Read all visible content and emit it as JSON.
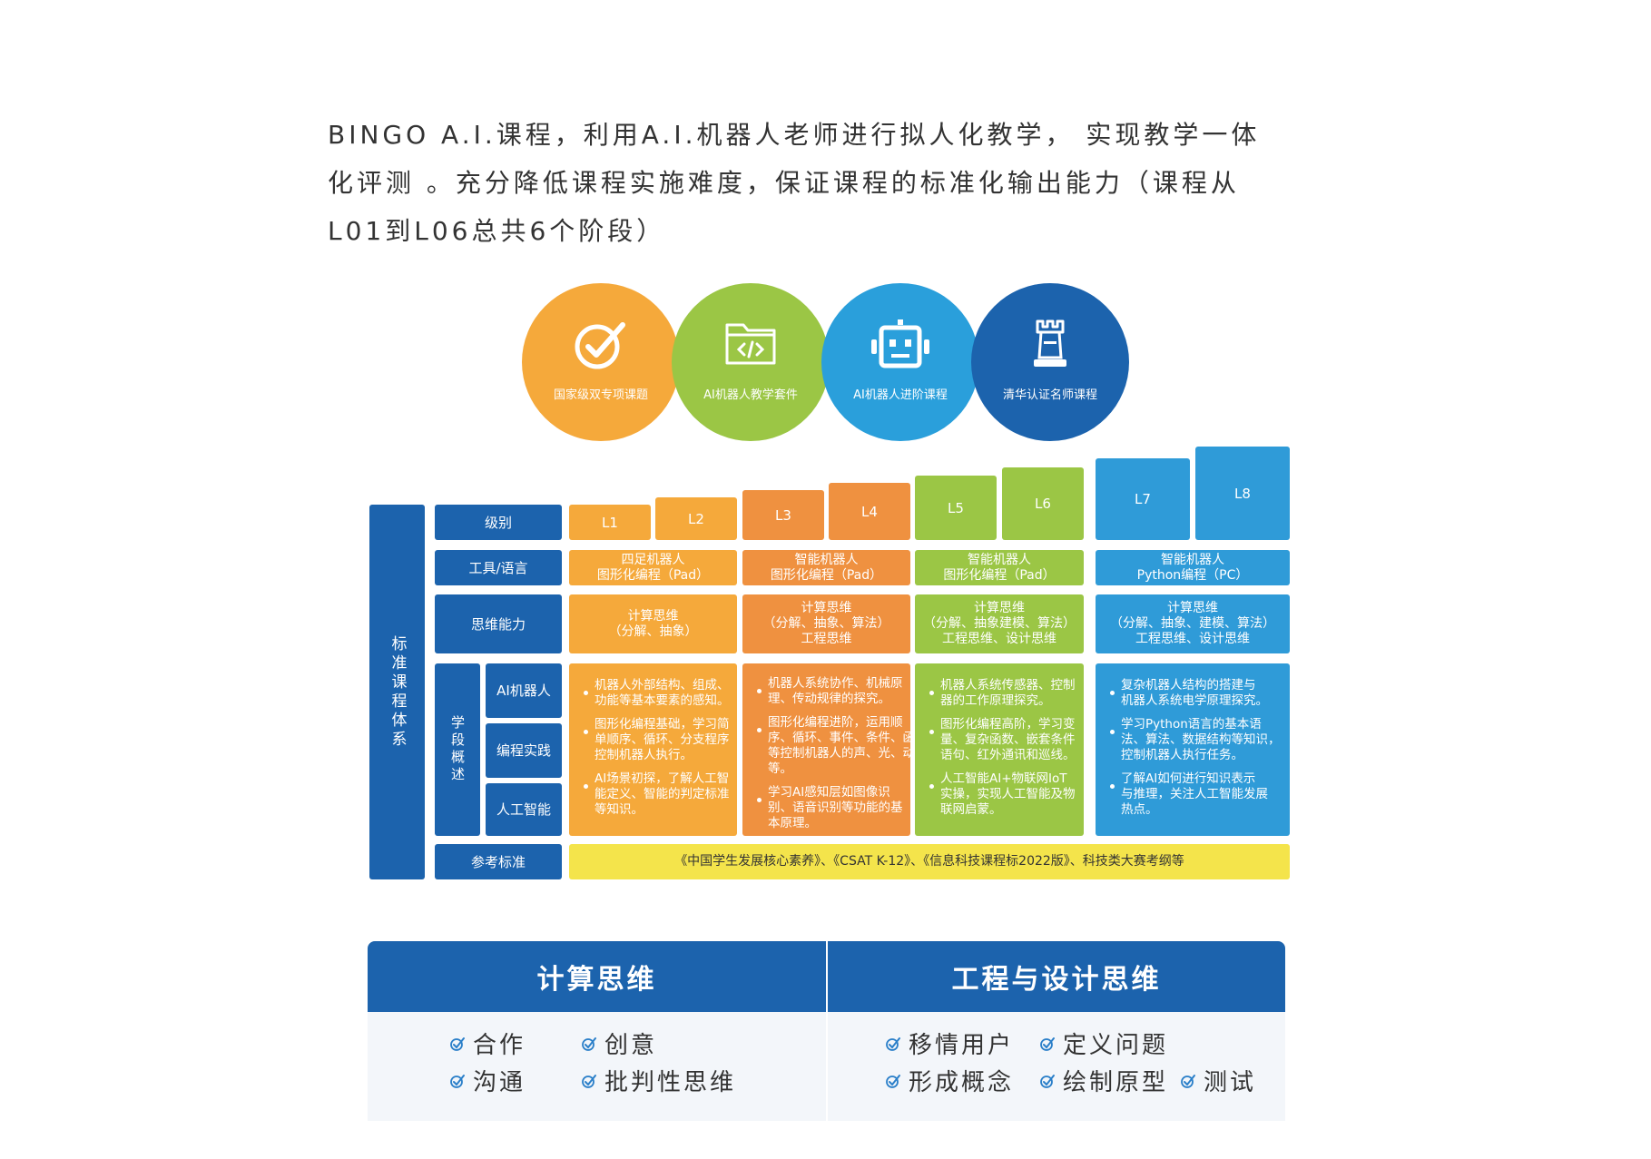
{
  "intro": {
    "line1": "BINGO A.I.课程，利用A.I.机器人老师进行拟人化教学， 实现教学一体",
    "line2": "化评测  。充分降低课程实施难度，保证课程的标准化输出能力（课程从",
    "line3": "L01到L06总共6个阶段）"
  },
  "circles": [
    {
      "label": "国家级双专项课题",
      "icon": "check-circle-icon",
      "color": "#f5a93b"
    },
    {
      "label": "AI机器人教学套件",
      "icon": "code-folder-icon",
      "color": "#9bc645"
    },
    {
      "label": "AI机器人进阶课程",
      "icon": "robot-icon",
      "color": "#2a9fdb"
    },
    {
      "label": "清华认证名师课程",
      "icon": "rook-icon",
      "color": "#1c63ad"
    }
  ],
  "colors": {
    "orange_light": "#f5a93b",
    "orange_dark": "#ef9140",
    "green": "#9bc645",
    "blue_light": "#2f9bd8",
    "blue_dark": "#1c63ad",
    "yellow": "#f4e44b"
  },
  "framework": {
    "system_label": "标准课程体系",
    "row_labels": {
      "level": "级别",
      "tools": "工具/语言",
      "thinking": "思维能力",
      "overview": "学段概述",
      "reference": "参考标准"
    },
    "overview_sub": [
      "AI机器人",
      "编程实践",
      "人工智能"
    ],
    "levels": [
      "L1",
      "L2",
      "L3",
      "L4",
      "L5",
      "L6",
      "L7",
      "L8"
    ],
    "groups": [
      {
        "tools": [
          "四足机器人",
          "图形化编程（Pad）"
        ],
        "thinking": [
          "计算思维",
          "（分解、抽象）"
        ],
        "bullets": [
          [
            "机器人外部结构、组成、",
            "功能等基本要素的感知。"
          ],
          [
            "图形化编程基础，学习简",
            "单顺序、循环、分支程序",
            "控制机器人执行。"
          ],
          [
            "AI场景初探，了解人工智",
            "能定义、智能的判定标准",
            "等知识。"
          ]
        ]
      },
      {
        "tools": [
          "智能机器人",
          "图形化编程（Pad）"
        ],
        "thinking": [
          "计算思维",
          "（分解、抽象、算法）",
          "工程思维"
        ],
        "bullets": [
          [
            "机器人系统协作、机械原",
            "理、传动规律的探究。"
          ],
          [
            "图形化编程进阶，运用顺",
            "序、循环、事件、条件、函数",
            "等控制机器人的声、光、动",
            "等。"
          ],
          [
            "学习AI感知层如图像识",
            "别、语音识别等功能的基",
            "本原理。"
          ]
        ]
      },
      {
        "tools": [
          "智能机器人",
          "图形化编程（Pad）"
        ],
        "thinking": [
          "计算思维",
          "（分解、抽象建模、算法）",
          "工程思维、设计思维"
        ],
        "bullets": [
          [
            "机器人系统传感器、控制",
            "器的工作原理探究。"
          ],
          [
            "图形化编程高阶，学习变",
            "量、复杂函数、嵌套条件",
            "语句、红外通讯和巡线。"
          ],
          [
            "人工智能AI+物联网IoT",
            "实操，实现人工智能及物",
            "联网启蒙。"
          ]
        ]
      },
      {
        "tools": [
          "智能机器人",
          "Python编程（PC）"
        ],
        "thinking": [
          "计算思维",
          "（分解、抽象、建模、算法）",
          "工程思维、设计思维"
        ],
        "bullets": [
          [
            "复杂机器人结构的搭建与",
            "机器人系统电学原理探究。"
          ],
          [
            "学习Python语言的基本语",
            "法、算法、数据结构等知识，",
            "控制机器人执行任务。"
          ],
          [
            "了解AI如何进行知识表示",
            "与推理，关注人工智能发展",
            "热点。"
          ]
        ]
      }
    ],
    "reference_text": "《中国学生发展核心素养》、《CSAT K-12》、《信息科技课程标2022版》、科技类大赛考纲等"
  },
  "bottom": {
    "left_title": "计算思维",
    "right_title": "工程与设计思维",
    "left_tags": [
      "合作",
      "创意",
      "沟通",
      "批判性思维"
    ],
    "right_tags": [
      "移情用户",
      "定义问题",
      "形成概念",
      "绘制原型",
      "测试"
    ]
  }
}
